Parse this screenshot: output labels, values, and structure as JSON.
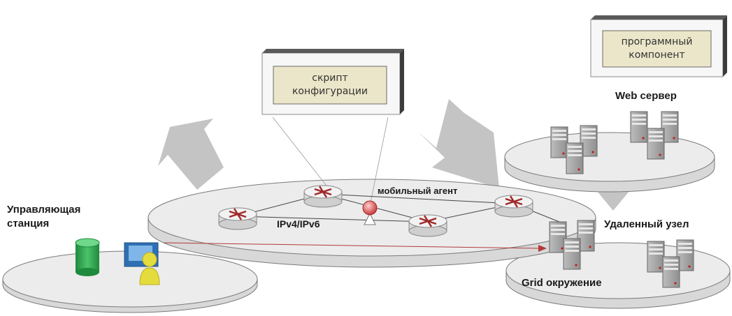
{
  "labels": {
    "control_station": [
      "Управляющая",
      "станция"
    ],
    "config_script": [
      "скрипт",
      "конфигурации"
    ],
    "software_component": [
      "программный",
      "компонент"
    ],
    "web_server": "Web сервер",
    "mobile_agent": "мобильный агент",
    "ip_version": "IPv4/IPv6",
    "remote_node": "Удаленный узел",
    "grid_env": "Grid окружение"
  },
  "colors": {
    "platform_fill": "#ececec",
    "platform_edge": "#7a7a7a",
    "arrow_gray": "#c4c4c4",
    "router_body": "#eeeeee",
    "router_arrows": "#a0282a",
    "agent": "#d94848",
    "db_green": "#27a34a",
    "user_blue": "#2f6fb2",
    "user_yellow": "#e4dc3c",
    "box_inner": "#ebe6c9"
  },
  "icons": [
    "router-icon",
    "server-icon",
    "database-icon",
    "admin-user-icon",
    "agent-icon"
  ]
}
